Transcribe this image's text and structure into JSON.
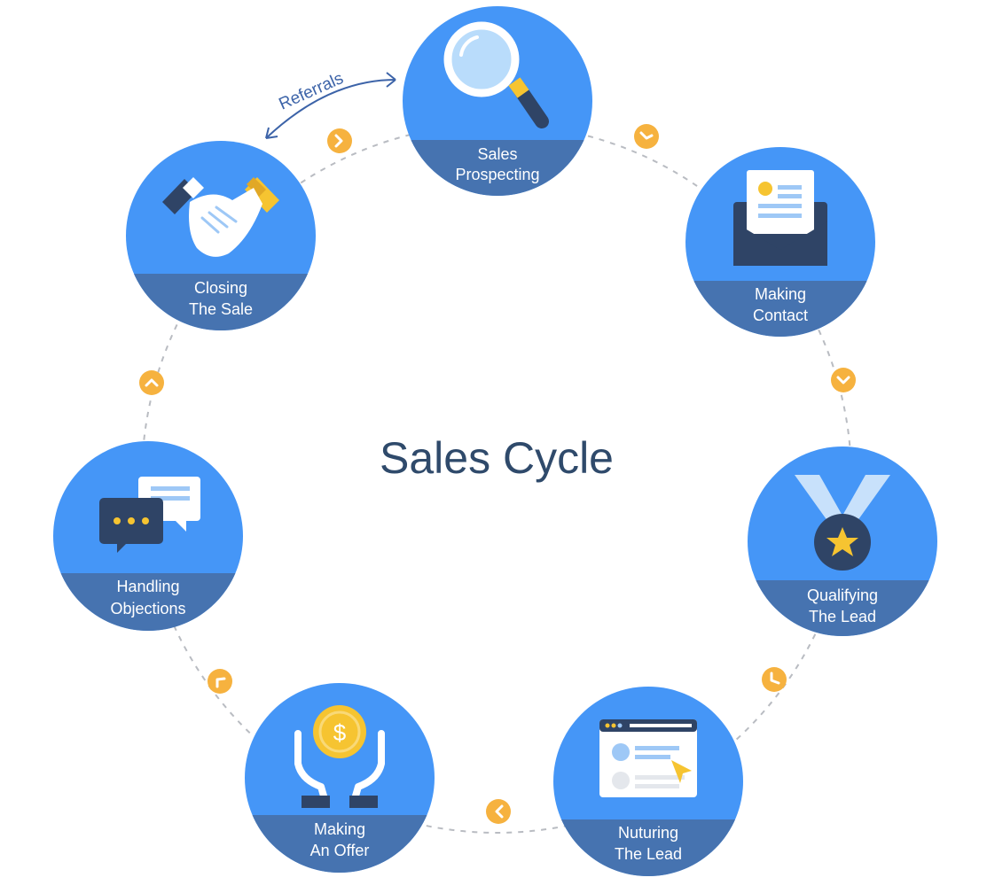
{
  "title": "Sales Cycle",
  "referrals_label": "Referrals",
  "stages": [
    {
      "line1": "Sales",
      "line2": "Prospecting",
      "icon": "magnifying-glass-icon"
    },
    {
      "line1": "Making",
      "line2": "Contact",
      "icon": "envelope-icon"
    },
    {
      "line1": "Qualifying",
      "line2": "The Lead",
      "icon": "medal-icon"
    },
    {
      "line1": "Nuturing",
      "line2": "The Lead",
      "icon": "browser-window-icon"
    },
    {
      "line1": "Making",
      "line2": "An Offer",
      "icon": "hands-coin-icon"
    },
    {
      "line1": "Handling",
      "line2": "Objections",
      "icon": "speech-bubbles-icon"
    },
    {
      "line1": "Closing",
      "line2": "The Sale",
      "icon": "handshake-icon"
    }
  ],
  "colors": {
    "circle": "#4596f7",
    "band": "#4673b0",
    "title": "#2f4a6b",
    "arrow_badge": "#f6b23f",
    "dashed_path": "#b9bcc2",
    "referrals": "#3c63a8",
    "icon_dark": "#2f4466",
    "icon_yellow": "#f6c431"
  }
}
